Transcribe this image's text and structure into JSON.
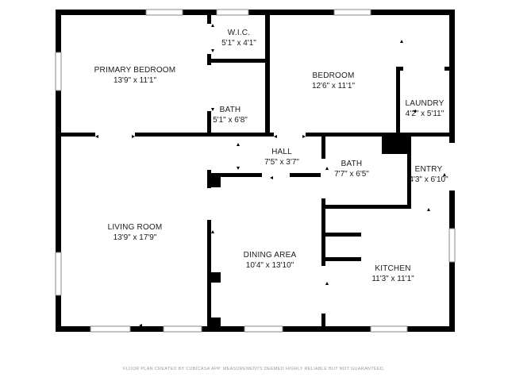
{
  "rooms": {
    "primary_bedroom": {
      "name": "PRIMARY BEDROOM",
      "dims": "13'9\" x 11'1\""
    },
    "wic": {
      "name": "W.I.C.",
      "dims": "5'1\" x 4'1\""
    },
    "bath_primary": {
      "name": "BATH",
      "dims": "5'1\" x 6'8\""
    },
    "bedroom": {
      "name": "BEDROOM",
      "dims": "12'6\" x 11'1\""
    },
    "laundry": {
      "name": "LAUNDRY",
      "dims": "4'2\" x 5'11\""
    },
    "hall": {
      "name": "HALL",
      "dims": "7'5\" x 3'7\""
    },
    "bath_hall": {
      "name": "BATH",
      "dims": "7'7\" x 6'5\""
    },
    "entry": {
      "name": "ENTRY",
      "dims": "4'3\" x 6'10\""
    },
    "living_room": {
      "name": "LIVING ROOM",
      "dims": "13'9\" x 17'9\""
    },
    "dining_area": {
      "name": "DINING AREA",
      "dims": "10'4\" x 13'10\""
    },
    "kitchen": {
      "name": "KITCHEN",
      "dims": "11'3\" x 11'1\""
    }
  },
  "footer": {
    "text": "FLOOR PLAN CREATED BY CUBICASA APP. MEASUREMENTS DEEMED HIGHLY RELIABLE BUT NOT GUARANTEED."
  },
  "colors": {
    "wall": "#000000",
    "background": "#ffffff",
    "text": "#1a1a1a",
    "footer": "#9a9a9a"
  }
}
